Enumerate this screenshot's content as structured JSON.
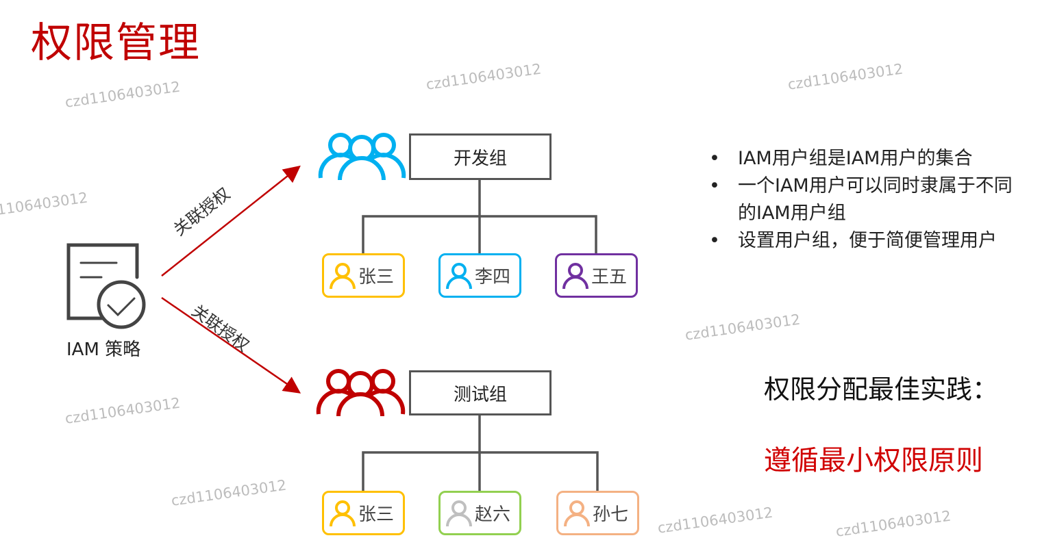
{
  "title": "权限管理",
  "policy": {
    "label": "IAM 策略",
    "icon": "policy-document-check-icon"
  },
  "relations": [
    {
      "label": "关联授权"
    },
    {
      "label": "关联授权"
    }
  ],
  "groups": [
    {
      "name": "开发组",
      "color": "#00b0f0",
      "members": [
        {
          "name": "张三",
          "color": "#ffc000",
          "icon_color": "#ffc000"
        },
        {
          "name": "李四",
          "color": "#00b0f0",
          "icon_color": "#00b0f0"
        },
        {
          "name": "王五",
          "color": "#7030a0",
          "icon_color": "#7030a0"
        }
      ]
    },
    {
      "name": "测试组",
      "color": "#c00000",
      "members": [
        {
          "name": "张三",
          "color": "#ffc000",
          "icon_color": "#ffc000"
        },
        {
          "name": "赵六",
          "color": "#92d050",
          "icon_color": "#bfbfbf"
        },
        {
          "name": "孙七",
          "color": "#f4b183",
          "icon_color": "#f4b183"
        }
      ]
    }
  ],
  "bullets": [
    "IAM用户组是IAM用户的集合",
    "一个IAM用户可以同时隶属于不同的IAM用户组",
    "设置用户组，便于简便管理用户"
  ],
  "best_practice": {
    "heading": "权限分配最佳实践：",
    "principle": "遵循最小权限原则"
  },
  "watermark": "czd1106403012",
  "colors": {
    "title": "#c00000",
    "arrow": "#c00000"
  }
}
